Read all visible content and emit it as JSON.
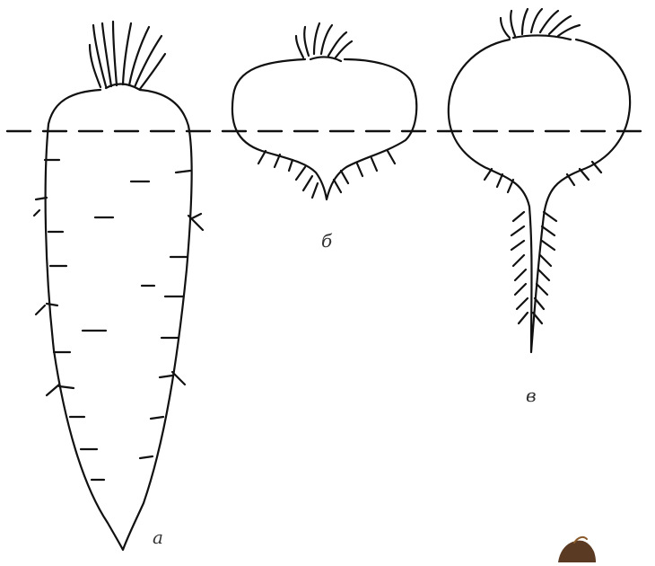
{
  "labels": {
    "carrot": "а",
    "table_beet": "б",
    "sugar_beet": "в"
  },
  "colors": {
    "line": "#111111",
    "background": "#ffffff",
    "corner_blot": "#5a3a22"
  }
}
